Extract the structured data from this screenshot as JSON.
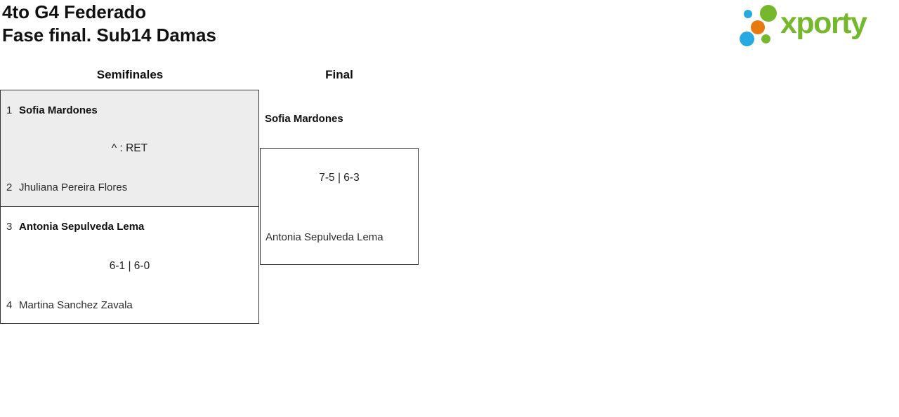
{
  "header": {
    "title_line1": "4to G4 Federado",
    "title_line2": "Fase final. Sub14 Damas",
    "logo_text": "xporty"
  },
  "colors": {
    "logo_green": "#76b82d",
    "logo_blue": "#29a9e1",
    "logo_orange": "#e8790f",
    "highlighted_match_bg": "#ededed",
    "box_border": "#333333"
  },
  "bracket": {
    "rounds": [
      {
        "label": "Semifinales"
      },
      {
        "label": "Final"
      }
    ],
    "semifinals": [
      {
        "player1": {
          "seed": "1",
          "name": "Sofia Mardones",
          "winner": true
        },
        "score": "^ : RET",
        "player2": {
          "seed": "2",
          "name": "Jhuliana Pereira Flores",
          "winner": false
        },
        "highlighted": true
      },
      {
        "player1": {
          "seed": "3",
          "name": "Antonia Sepulveda Lema",
          "winner": true
        },
        "score": "6-1 | 6-0",
        "player2": {
          "seed": "4",
          "name": "Martina Sanchez Zavala",
          "winner": false
        },
        "highlighted": false
      }
    ],
    "final": {
      "player1": {
        "name": "Sofia Mardones",
        "winner": true
      },
      "score": "7-5 | 6-3",
      "player2": {
        "name": "Antonia Sepulveda Lema",
        "winner": false
      }
    }
  }
}
